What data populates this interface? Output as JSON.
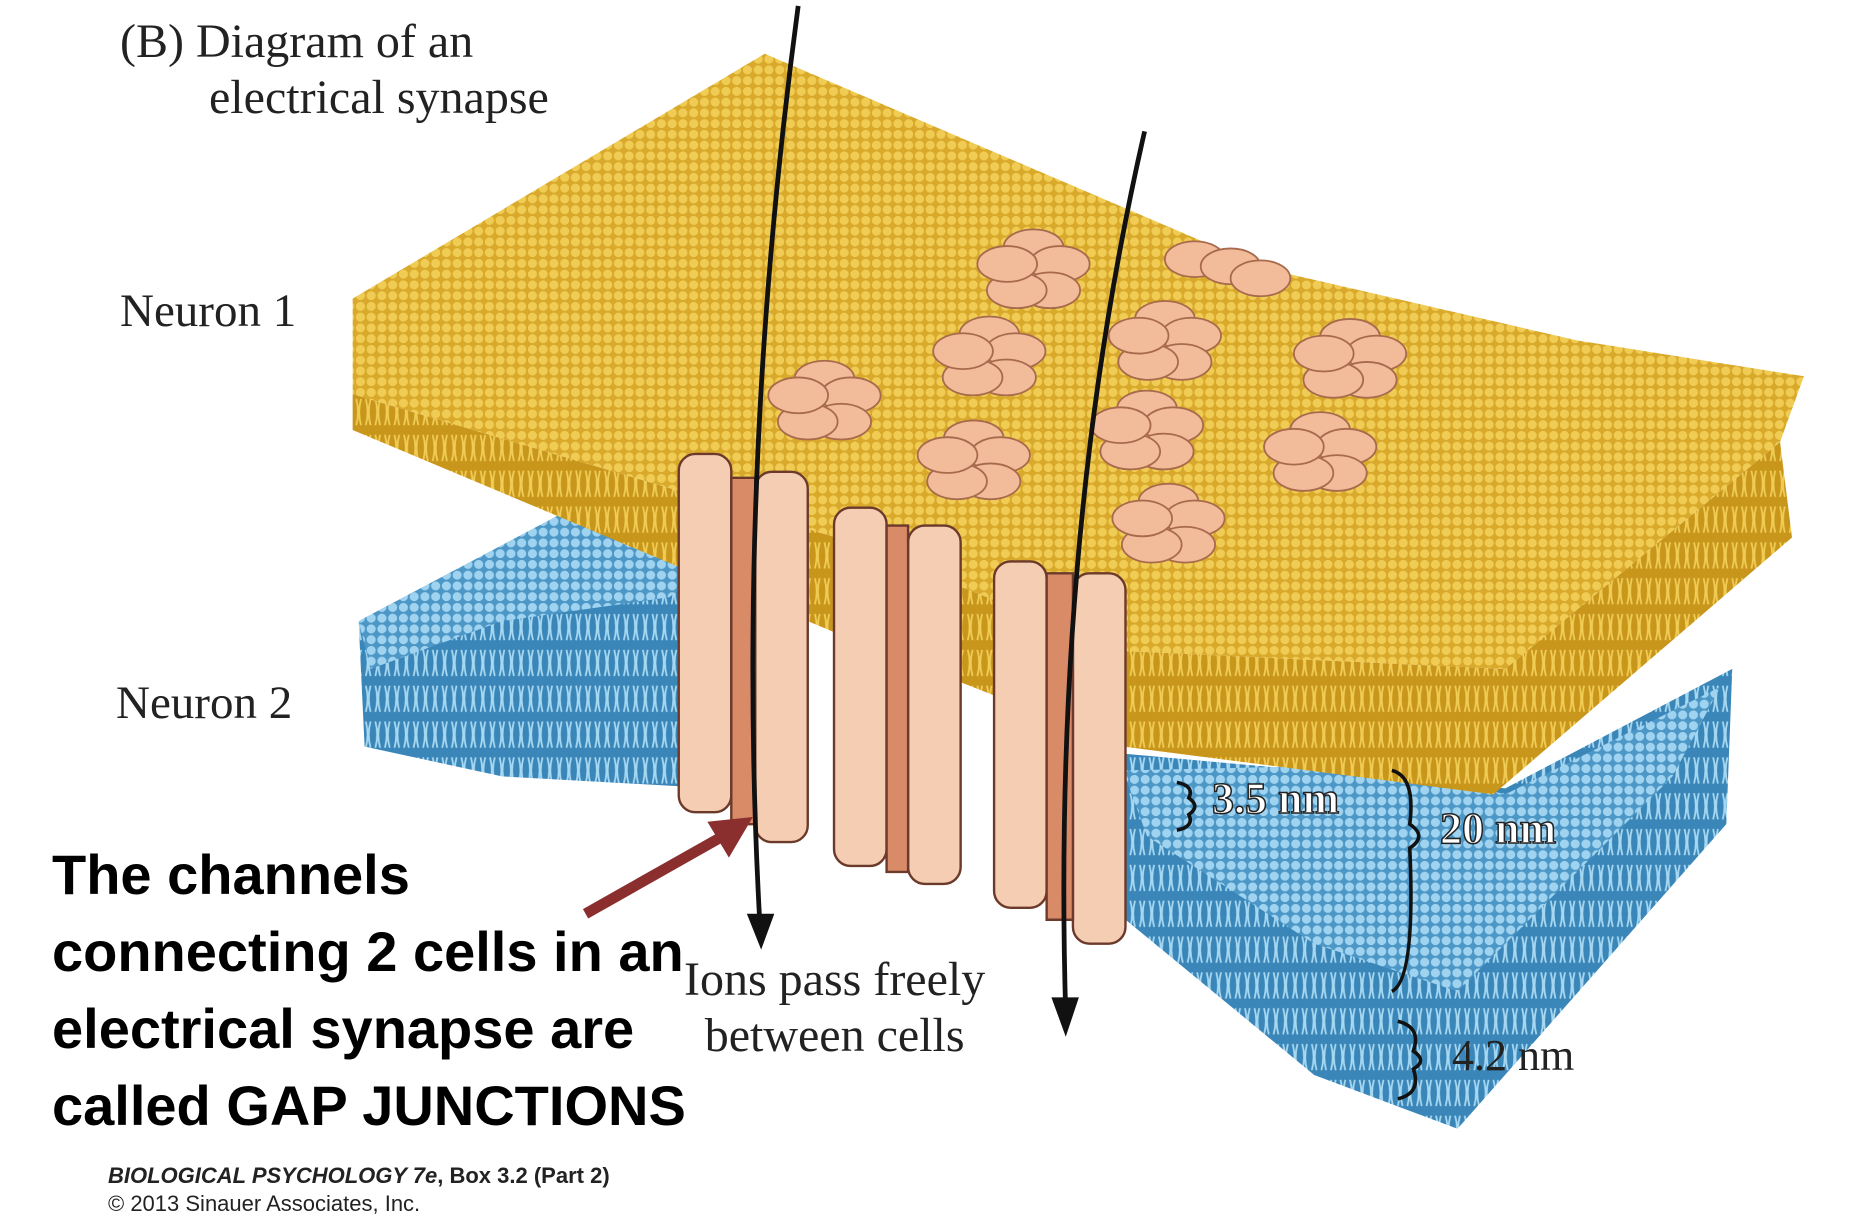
{
  "title": {
    "line1": "(B)  Diagram of an",
    "line2": "electrical synapse"
  },
  "labels": {
    "neuron1": "Neuron 1",
    "neuron2": "Neuron 2"
  },
  "measurements": {
    "gap": "3.5 nm",
    "total": "20 nm",
    "membrane": "4.2 nm"
  },
  "ions": {
    "line1": "Ions pass freely",
    "line2": "between cells"
  },
  "annotation": {
    "lines": [
      "The channels",
      "connecting 2 cells in an",
      "electrical synapse are",
      "called GAP JUNCTIONS"
    ]
  },
  "caption": {
    "book": "BIOLOGICAL PSYCHOLOGY 7e",
    "box": ", Box 3.2 (Part 2)",
    "copyright": "© 2013 Sinauer Associates, Inc."
  },
  "colors": {
    "neuron1": "#e2b83c",
    "neuron2": "#7fc0e6",
    "channel": "#f3c7ac",
    "arrow": "#8b2e2e"
  }
}
